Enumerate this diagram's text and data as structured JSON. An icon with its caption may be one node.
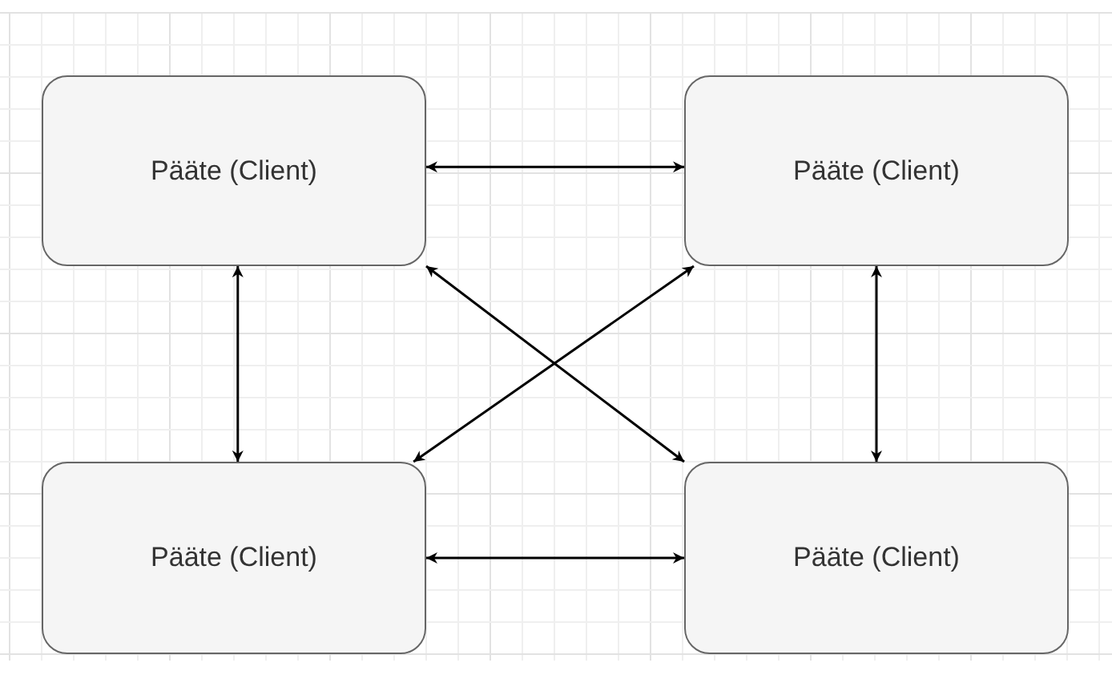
{
  "diagram": {
    "nodes": [
      {
        "text": [
          "Pääte (Client)"
        ]
      },
      {
        "text": [
          "Pääte (Client)"
        ]
      },
      {
        "text": [
          "Pääte (Client)"
        ]
      },
      {
        "text": [
          "Pääte (Client)"
        ]
      }
    ],
    "edges": [
      {
        "from": 0,
        "to": 1,
        "arrow": "both"
      },
      {
        "from": 0,
        "to": 2,
        "arrow": "both"
      },
      {
        "from": 0,
        "to": 3,
        "arrow": "both"
      },
      {
        "from": 1,
        "to": 2,
        "arrow": "both"
      },
      {
        "from": 1,
        "to": 3,
        "arrow": "both"
      },
      {
        "from": 2,
        "to": 3,
        "arrow": "both"
      }
    ]
  }
}
